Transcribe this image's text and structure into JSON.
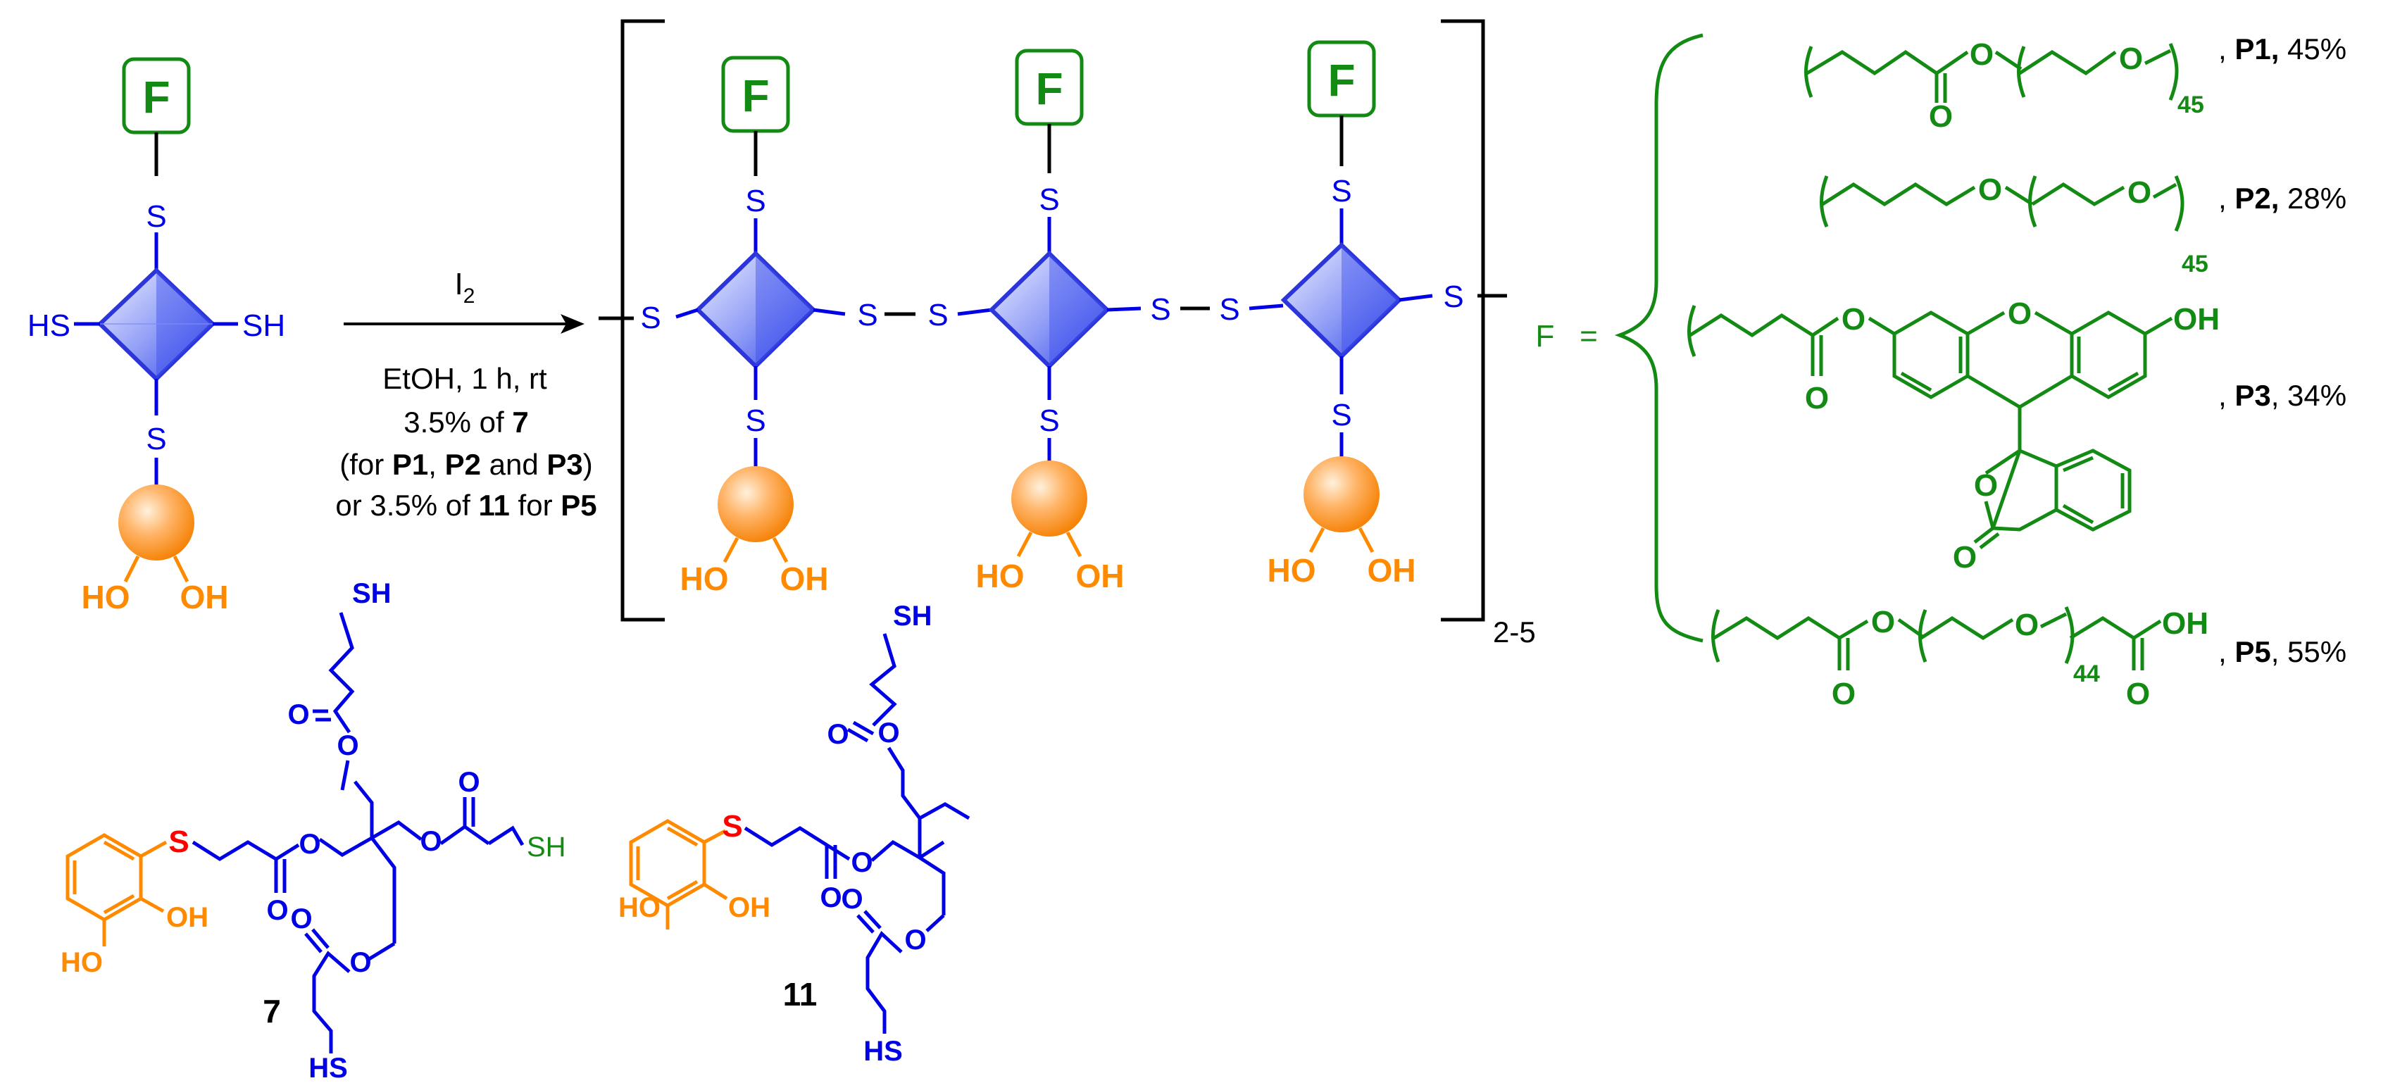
{
  "colors": {
    "green": "#138a13",
    "blue": "#0000e6",
    "orange": "#ff8a00",
    "red": "#ff0000",
    "black": "#000000",
    "cube_light": "#dfe6ff",
    "cube_dark": "#4b5ff2"
  },
  "monomer": {
    "f_label": "F",
    "s": "S",
    "sh_left": "HS",
    "sh_right": "SH",
    "oh_left": "HO",
    "oh_right": "OH"
  },
  "arrow": {
    "reagent_main": "I",
    "reagent_sub": "2",
    "cond_1": "EtOH, 1 h, rt",
    "cond_2a": "3.5% of ",
    "cond_2b": "7",
    "cond_3a": "(for ",
    "cond_3b": "P1",
    "cond_3c": ", ",
    "cond_3d": "P2",
    "cond_3e": " and ",
    "cond_3f": "P3",
    "cond_3g": ")",
    "cond_4a": "or 3.5% of ",
    "cond_4b": "11",
    "cond_4c": " for ",
    "cond_4d": "P5"
  },
  "polymer": {
    "f_label": "F",
    "s": "S",
    "ho": "HO",
    "oh": "OH",
    "repeat": "2-5"
  },
  "f_def": {
    "lhs": "F",
    "eq": "=",
    "o": "O",
    "oh": "OH",
    "p1_sub": "45",
    "p1_label_pre": ", ",
    "p1_label_bold": "P1,",
    "p1_yield": " 45%",
    "p2_sub": "45",
    "p2_label_pre": ", ",
    "p2_label_bold": "P2,",
    "p2_yield": " 28%",
    "p3_label_pre": ", ",
    "p3_label_bold": "P3",
    "p3_yield": ", 34%",
    "p5_sub": "44",
    "p5_label_pre": ", ",
    "p5_label_bold": "P5",
    "p5_yield": ", 55%"
  },
  "compound7": {
    "number": "7",
    "sh": "SH",
    "hs": "HS",
    "s_red": "S",
    "o": "O",
    "oh": "OH",
    "ho": "HO"
  },
  "compound11": {
    "number": "11",
    "sh": "SH",
    "hs": "HS",
    "s_red": "S",
    "o": "O",
    "oh": "OH",
    "ho": "HO"
  }
}
